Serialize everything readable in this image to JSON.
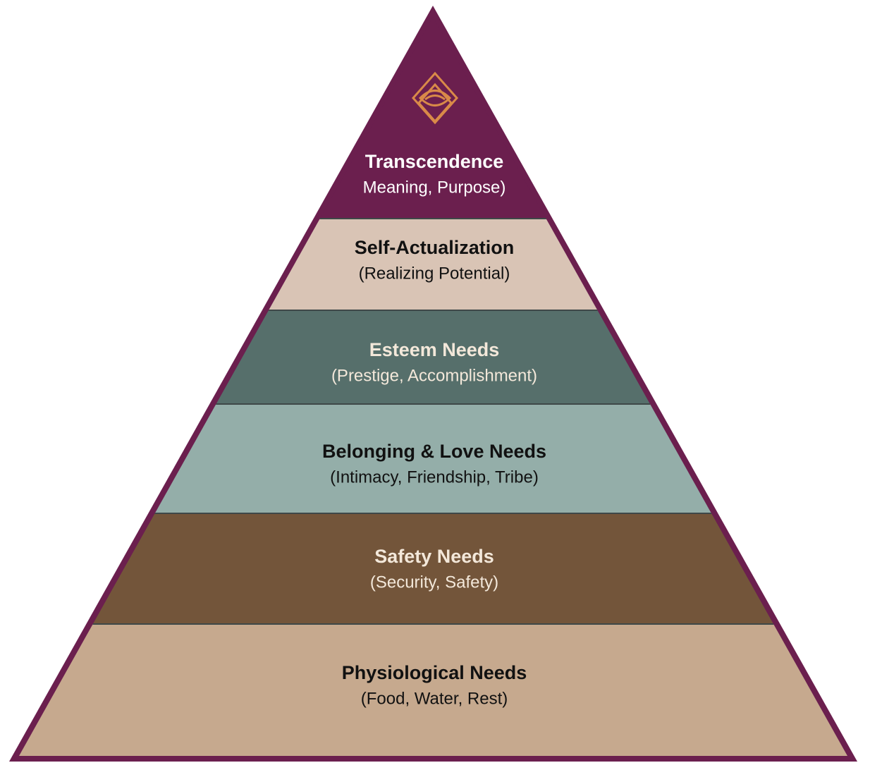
{
  "diagram": {
    "border_color": "#6b1f4e",
    "logo_color": "#d98a48",
    "levels": [
      {
        "title": "Transcendence",
        "subtitle": "Meaning, Purpose)",
        "fill": "#6b1f4e",
        "text_color": "#ffffff"
      },
      {
        "title": "Self-Actualization",
        "subtitle": "(Realizing Potential)",
        "fill": "#d9c4b5",
        "text_color": "#111111"
      },
      {
        "title": "Esteem Needs",
        "subtitle": "(Prestige, Accomplishment)",
        "fill": "#566f6b",
        "text_color": "#f3e8da"
      },
      {
        "title": "Belonging & Love Needs",
        "subtitle": "(Intimacy, Friendship, Tribe)",
        "fill": "#94aea9",
        "text_color": "#111111"
      },
      {
        "title": "Safety Needs",
        "subtitle": "(Security, Safety)",
        "fill": "#73553a",
        "text_color": "#f3e8da"
      },
      {
        "title": "Physiological Needs",
        "subtitle": "(Food, Water, Rest)",
        "fill": "#c6a98e",
        "text_color": "#111111"
      }
    ]
  }
}
